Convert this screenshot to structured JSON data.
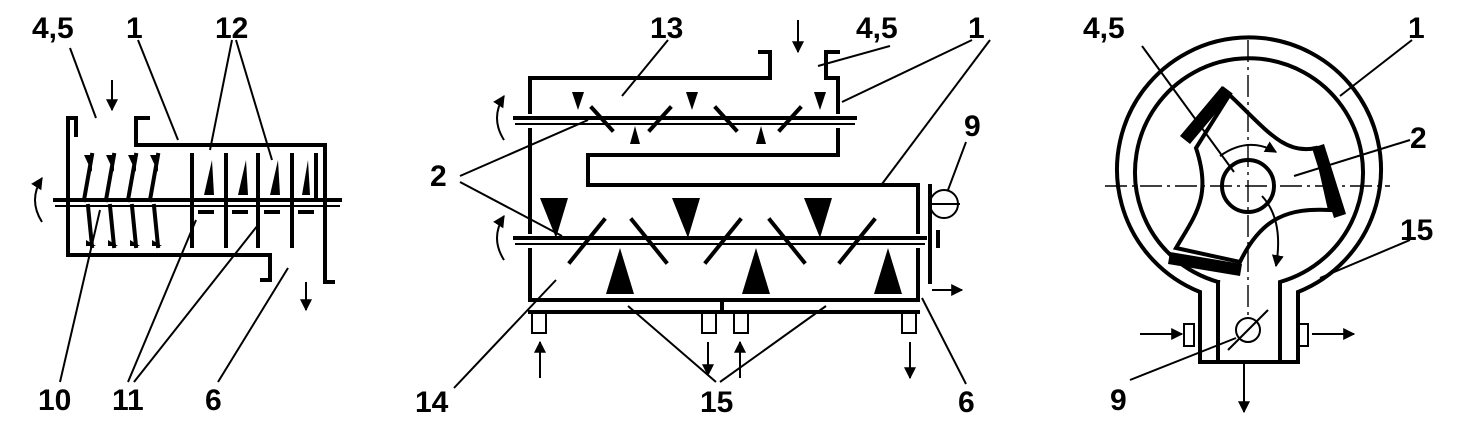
{
  "figure": {
    "left_view": {
      "labels": {
        "l45": "4,5",
        "l1": "1",
        "l12": "12",
        "l10": "10",
        "l11": "11",
        "l6": "6"
      }
    },
    "middle_view": {
      "labels": {
        "l13": "13",
        "l45": "4,5",
        "l1": "1",
        "l9": "9",
        "l2": "2",
        "l14": "14",
        "l15": "15",
        "l6": "6"
      }
    },
    "right_view": {
      "labels": {
        "l45": "4,5",
        "l1": "1",
        "l2": "2",
        "l15": "15",
        "l9": "9"
      }
    }
  }
}
